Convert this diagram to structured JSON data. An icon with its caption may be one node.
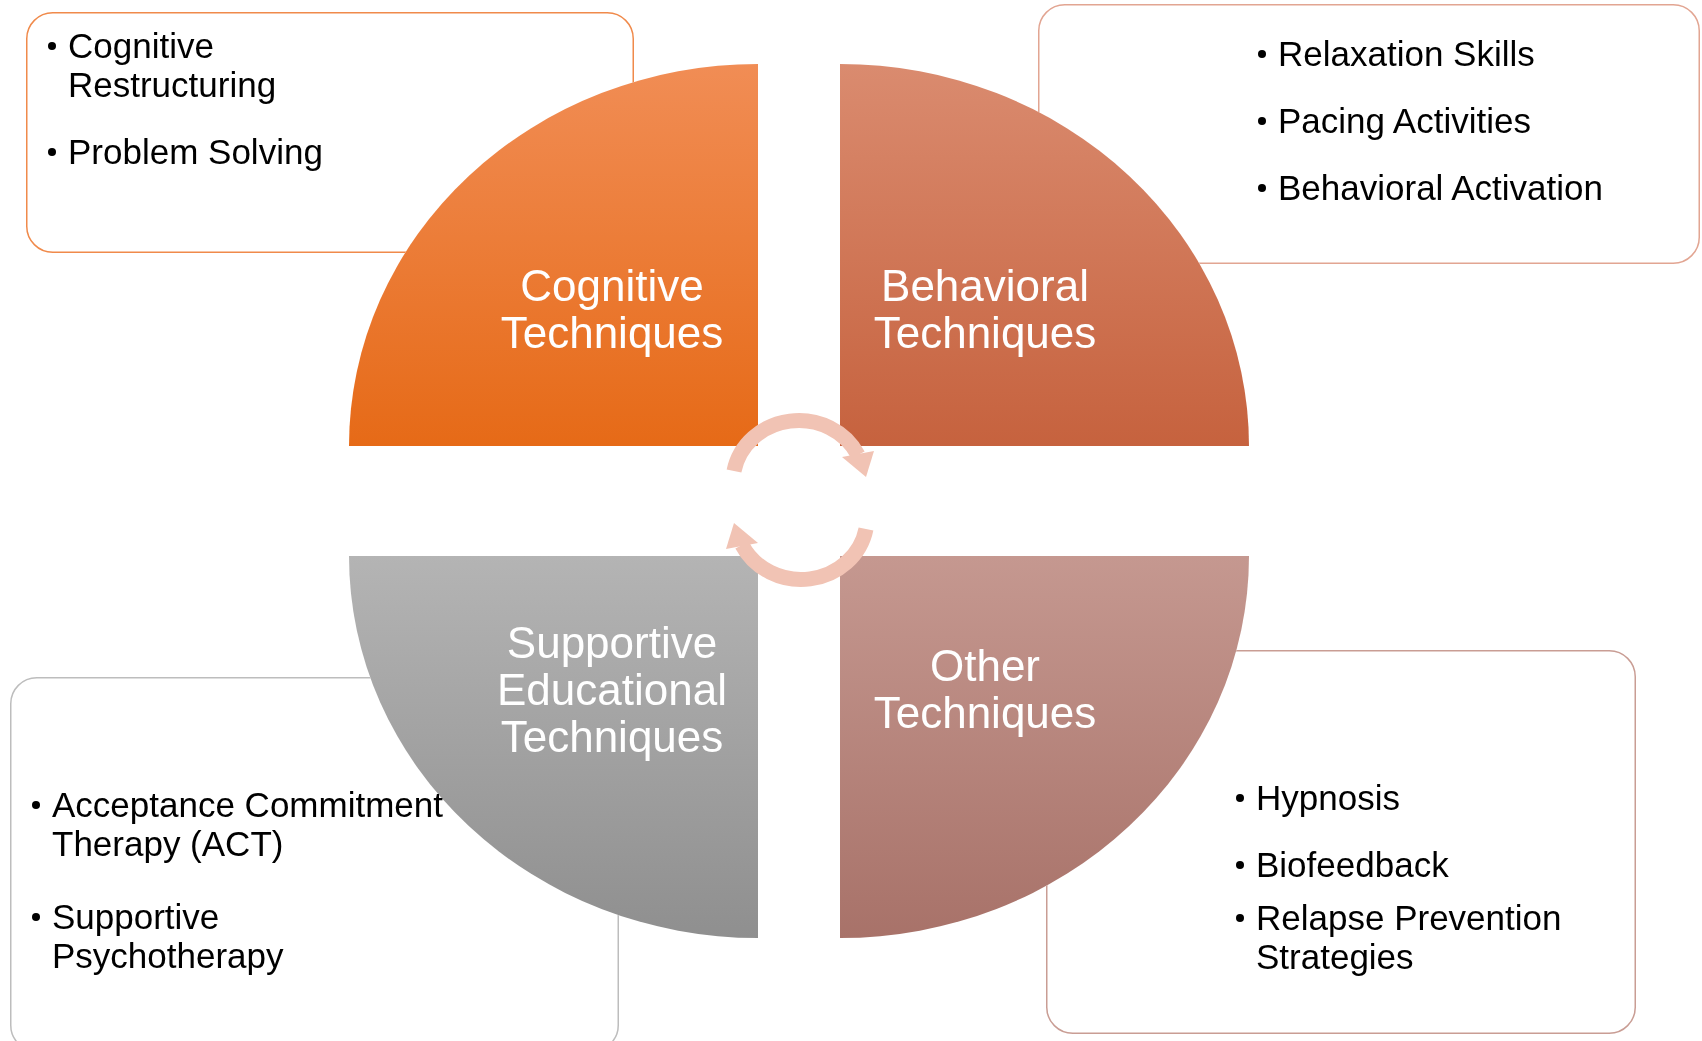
{
  "diagram": {
    "nodes": [
      {
        "text": [
          "Cognitive Restructuring",
          "Problem Solving"
        ]
      },
      {
        "text": [
          "Relaxation Skills",
          "Pacing Activities",
          "Behavioral Activation"
        ]
      },
      {
        "text": [
          "Cognitive Techniques"
        ]
      },
      {
        "text": [
          "Behavioral Techniques"
        ]
      },
      {
        "text": [
          "Supportive Educational Techniques"
        ]
      },
      {
        "text": [
          "Other Techniques"
        ]
      },
      {
        "text": [
          "Acceptance Commitment Therapy (ACT)",
          "Supportive Psychotherapy"
        ]
      },
      {
        "text": [
          "Hypnosis",
          "Biofeedback",
          "Relapse Prevention Strategies"
        ]
      }
    ]
  }
}
